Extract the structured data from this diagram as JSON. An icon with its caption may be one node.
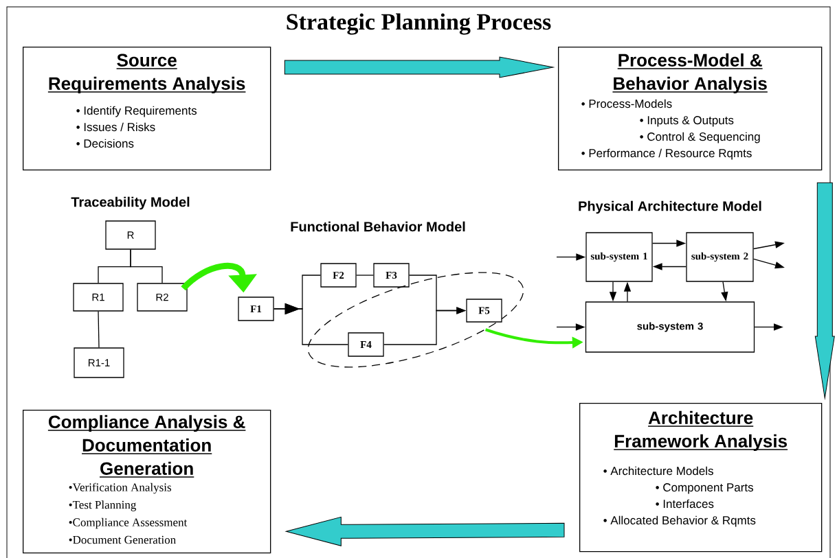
{
  "diagram": {
    "title": "Strategic Planning Process",
    "nodes": [
      {
        "text": [
          "Source Requirements Analysis",
          "• Identify Requirements",
          "• Issues / Risks",
          "• Decisions"
        ]
      },
      {
        "text": [
          "Process-Model & Behavior Analysis",
          "• Process-Models",
          "• Inputs & Outputs",
          "• Control & Sequencing",
          "• Performance / Resource  Rqmts"
        ]
      },
      {
        "text": [
          "R"
        ]
      },
      {
        "text": [
          "R1"
        ]
      },
      {
        "text": [
          "R2"
        ]
      },
      {
        "text": [
          "R1-1"
        ]
      },
      {
        "text": [
          "F1"
        ]
      },
      {
        "text": [
          "F2"
        ]
      },
      {
        "text": [
          "F3"
        ]
      },
      {
        "text": [
          "F4"
        ],
        "in": 11
      },
      {
        "text": [
          "F5"
        ],
        "in": 11
      },
      {
        "text": [],
        "shape": "ellipse"
      },
      {
        "text": [
          "sub-system 1"
        ]
      },
      {
        "text": [
          "sub-system 2"
        ]
      },
      {
        "text": [
          "sub-system 3"
        ]
      },
      {
        "text": [
          "Compliance Analysis & Documentation Generation",
          "•Verification Analysis",
          "•Test Planning",
          "•Compliance Assessment",
          "•Document Generation"
        ]
      },
      {
        "text": [
          "Architecture Framework Analysis",
          "• Architecture Models",
          "• Component Parts",
          "• Interfaces",
          "• Allocated Behavior & Rqmts"
        ]
      }
    ],
    "edges": [
      {
        "from": 0,
        "to": 1,
        "arrow": "to",
        "style": "thick",
        "color": "#33cccc"
      },
      {
        "from": 2,
        "to": 3,
        "arrow": "none"
      },
      {
        "from": 2,
        "to": 4,
        "arrow": "none"
      },
      {
        "from": 3,
        "to": 5,
        "arrow": "none"
      },
      {
        "from": 4,
        "to": 6,
        "arrow": "to",
        "style": "thick",
        "color": "#33ee00"
      },
      {
        "from": 6,
        "to": 7,
        "arrow": "to"
      },
      {
        "from": 6,
        "to": 9,
        "arrow": "to"
      },
      {
        "from": 7,
        "to": 8,
        "arrow": "none"
      },
      {
        "from": 8,
        "to": 10,
        "arrow": "to"
      },
      {
        "from": 9,
        "to": 10,
        "arrow": "to"
      },
      {
        "from": 11,
        "to": 14,
        "arrow": "to",
        "style": "thick",
        "color": "#33ee00"
      },
      {
        "from": null,
        "to": 12,
        "arrow": "to"
      },
      {
        "from": 12,
        "to": 13,
        "arrow": "to"
      },
      {
        "from": 13,
        "to": 12,
        "arrow": "to"
      },
      {
        "from": 12,
        "to": 14,
        "arrow": "to"
      },
      {
        "from": 14,
        "to": 12,
        "arrow": "to"
      },
      {
        "from": 13,
        "to": 14,
        "arrow": "to"
      },
      {
        "from": 13,
        "to": null,
        "arrow": "to"
      },
      {
        "from": 13,
        "to": null,
        "arrow": "to"
      },
      {
        "from": null,
        "to": 14,
        "arrow": "to"
      },
      {
        "from": 14,
        "to": null,
        "arrow": "to"
      },
      {
        "from": 1,
        "to": 16,
        "arrow": "to",
        "style": "thick",
        "color": "#33cccc"
      },
      {
        "from": 16,
        "to": 15,
        "arrow": "to",
        "style": "thick",
        "color": "#33cccc"
      }
    ],
    "labels": [
      "Traceability Model",
      "Functional Behavior Model",
      "Physical Architecture Model"
    ]
  }
}
